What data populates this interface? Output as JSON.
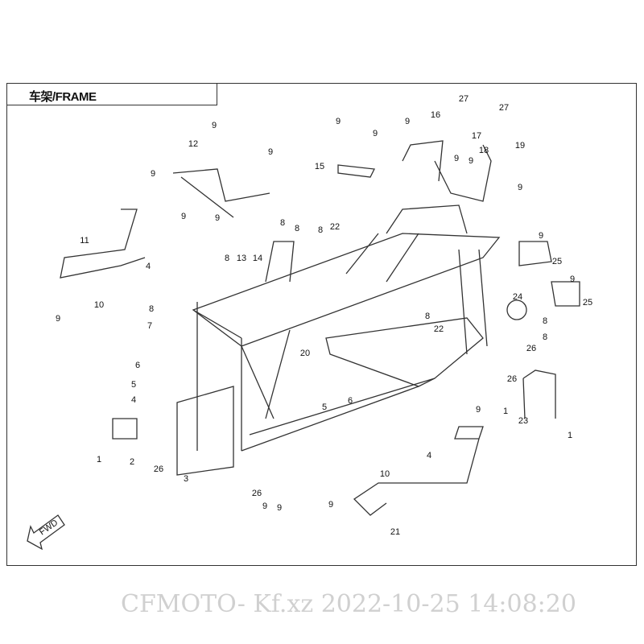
{
  "title": "车架/FRAME",
  "watermark": "CFMOTO- Kf.xz 2022-10-25 14:08:20",
  "fwd_label": "FWD",
  "callouts": [
    "9",
    "12",
    "9",
    "9",
    "9",
    "9",
    "11",
    "4",
    "10",
    "9",
    "9",
    "9",
    "15",
    "9",
    "16",
    "27",
    "27",
    "17",
    "18",
    "19",
    "9",
    "9",
    "9",
    "8",
    "8",
    "14",
    "8",
    "22",
    "8",
    "13",
    "9",
    "25",
    "9",
    "25",
    "24",
    "8",
    "8",
    "22",
    "8",
    "8",
    "7",
    "26",
    "20",
    "6",
    "5",
    "4",
    "5",
    "6",
    "26",
    "1",
    "23",
    "1",
    "9",
    "1",
    "2",
    "26",
    "3",
    "26",
    "9",
    "9",
    "4",
    "10",
    "9",
    "21"
  ]
}
